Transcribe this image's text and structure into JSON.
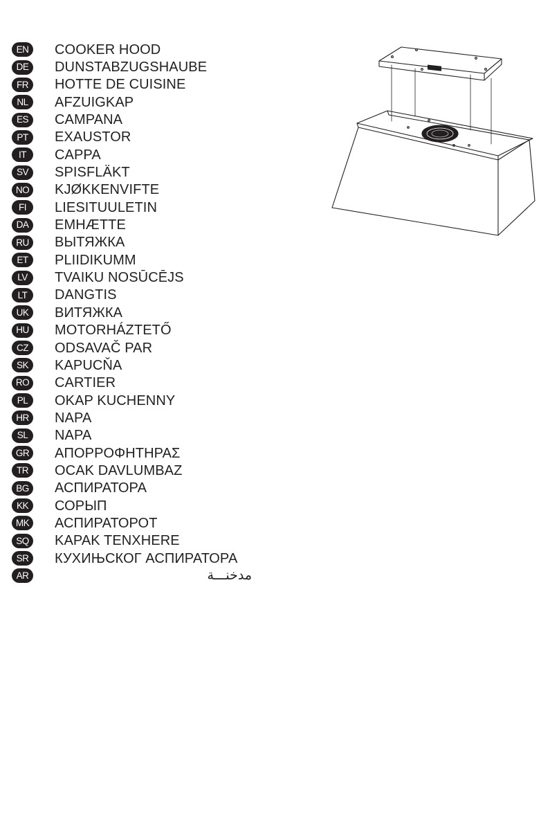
{
  "languages": [
    {
      "code": "EN",
      "label": "COOKER HOOD"
    },
    {
      "code": "DE",
      "label": "DUNSTABZUGSHAUBE"
    },
    {
      "code": "FR",
      "label": "HOTTE DE CUISINE"
    },
    {
      "code": "NL",
      "label": "AFZUIGKAP"
    },
    {
      "code": "ES",
      "label": "CAMPANA"
    },
    {
      "code": "PT",
      "label": "EXAUSTOR"
    },
    {
      "code": "IT",
      "label": "CAPPA"
    },
    {
      "code": "SV",
      "label": "SPISFLÄKT"
    },
    {
      "code": "NO",
      "label": "KJØKKENVIFTE"
    },
    {
      "code": "FI",
      "label": "LIESITUULETIN"
    },
    {
      "code": "DA",
      "label": "EMHÆTTE"
    },
    {
      "code": "RU",
      "label": "ВЫТЯЖКА"
    },
    {
      "code": "ET",
      "label": "PLIIDIKUMM"
    },
    {
      "code": "LV",
      "label": "TVAIKU NOSŪCĒJS"
    },
    {
      "code": "LT",
      "label": "DANGTIS"
    },
    {
      "code": "UK",
      "label": "ВИТЯЖКА"
    },
    {
      "code": "HU",
      "label": "MOTORHÁZTETŐ"
    },
    {
      "code": "CZ",
      "label": "ODSAVAČ PAR"
    },
    {
      "code": "SK",
      "label": "KAPUCŇA"
    },
    {
      "code": "RO",
      "label": "CARTIER"
    },
    {
      "code": "PL",
      "label": "OKAP KUCHENNY"
    },
    {
      "code": "HR",
      "label": "NAPA"
    },
    {
      "code": "SL",
      "label": "NAPA"
    },
    {
      "code": "GR",
      "label": "ΑΠΟΡΡΟΦΗΤΗΡΑΣ"
    },
    {
      "code": "TR",
      "label": "OCAK DAVLUMBAZ"
    },
    {
      "code": "BG",
      "label": "АСПИРАТОРА"
    },
    {
      "code": "KK",
      "label": "СОРЫП"
    },
    {
      "code": "MK",
      "label": "АСПИРАТОРОТ"
    },
    {
      "code": "SQ",
      "label": "KAPAK TENXHERE"
    },
    {
      "code": "SR",
      "label": "КУХИЊСКОГ АСПИРАТОРА"
    },
    {
      "code": "AR",
      "label": "مدخنـــة",
      "rtl": true
    }
  ],
  "illustration": {
    "icon": "cooker-hood-illustration"
  },
  "colors": {
    "ink": "#231f20",
    "paper": "#ffffff"
  }
}
